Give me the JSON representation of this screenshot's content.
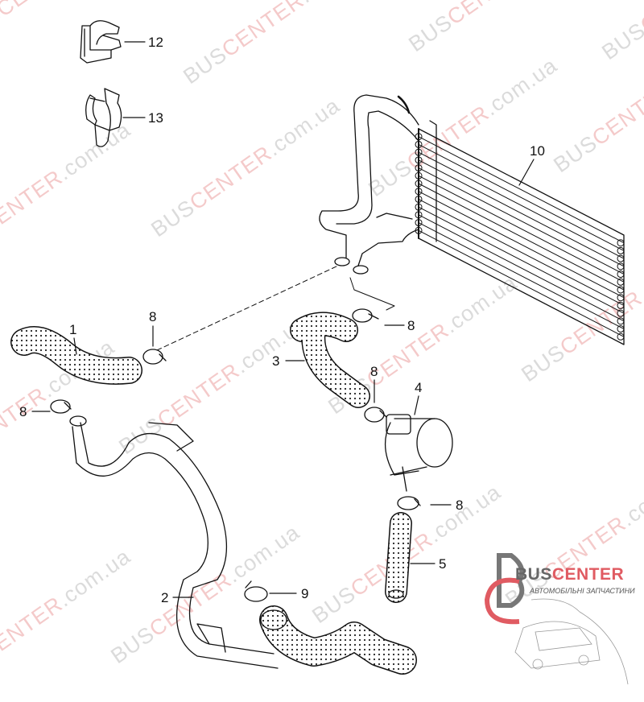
{
  "watermark": {
    "part1": "BUS",
    "part2": "CENTER",
    "part3": ".com.ua"
  },
  "callouts": {
    "c12": "12",
    "c13": "13",
    "c10": "10",
    "c1": "1",
    "c8a": "8",
    "c8b": "8",
    "c3": "3",
    "c8c": "8",
    "c4": "4",
    "c8d": "8",
    "c8e": "8",
    "c5": "5",
    "c2": "2",
    "c9": "9"
  },
  "logo": {
    "brand_part1": "BUS",
    "brand_part2": "CENTER",
    "tagline": "АВТОМОБІЛЬНІ ЗАПЧАСТИНИ"
  },
  "colors": {
    "watermark_gray": "#999999",
    "watermark_red": "#e06a6a",
    "brand_red": "#e05b62",
    "brand_gray": "#666666"
  }
}
